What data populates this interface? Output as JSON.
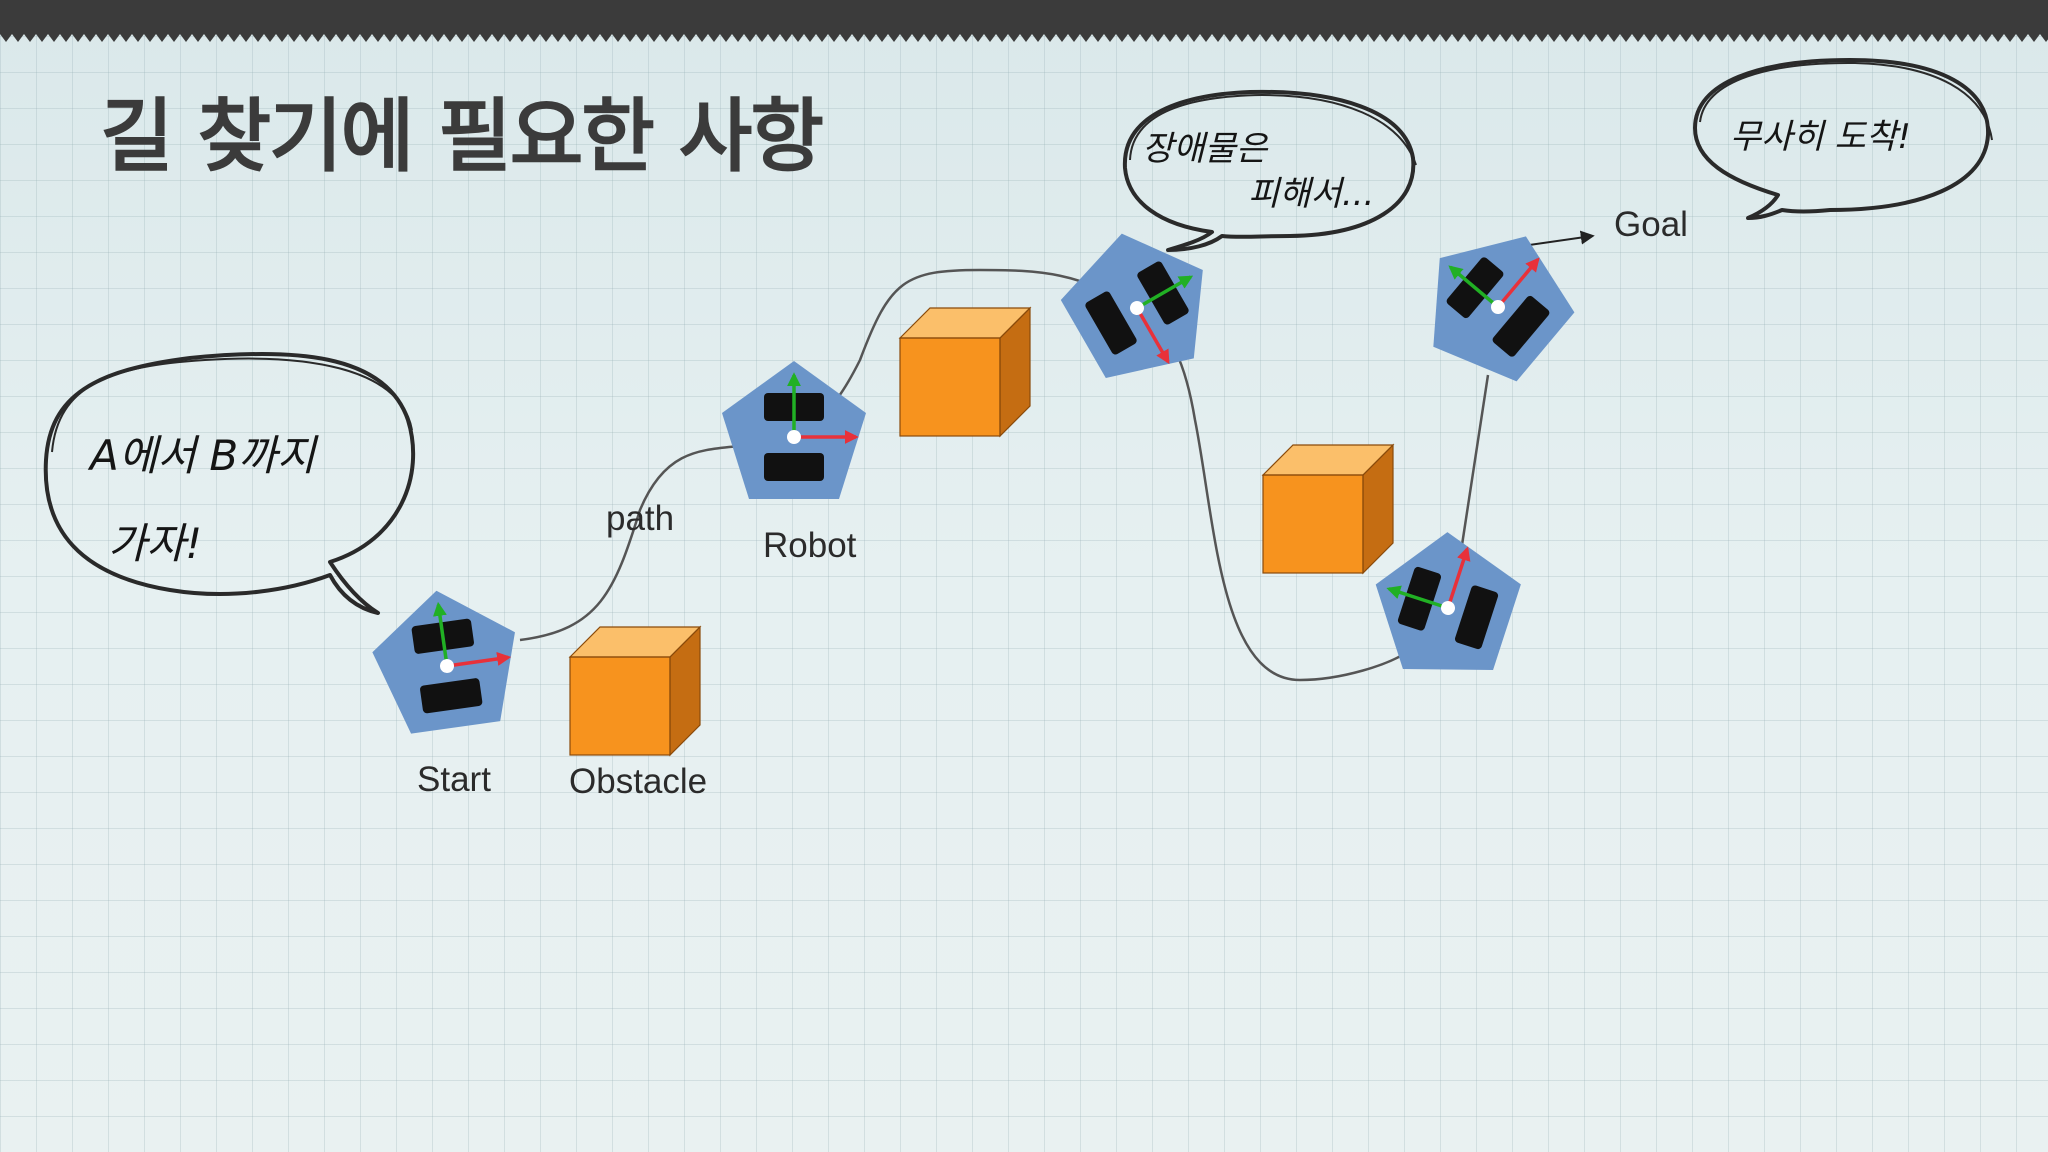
{
  "slide": {
    "title": "길 찾기에 필요한 사항"
  },
  "colors": {
    "robot": "#6b95c9",
    "box": "#f7931e",
    "x_axis": "#e8313a",
    "y_axis": "#21b024",
    "bar": "#3a3a3a"
  },
  "labels": {
    "start": "Start",
    "obstacle": "Obstacle",
    "path": "path",
    "robot": "Robot",
    "goal": "Goal"
  },
  "bubbles": {
    "start_line1": "A에서 B까지",
    "start_line2": "가자!",
    "avoid_line1": "장애물은",
    "avoid_line2": "피해서...",
    "arrive": "무사히 도착!"
  }
}
